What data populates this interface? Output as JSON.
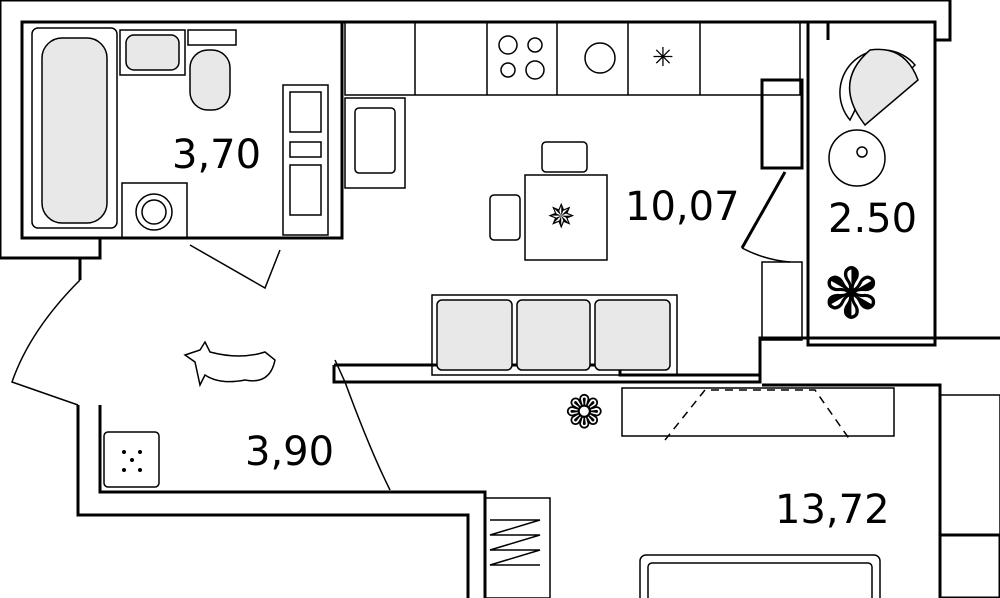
{
  "rooms": [
    {
      "name": "bathroom",
      "area": "3,70"
    },
    {
      "name": "kitchen",
      "area": "10,07"
    },
    {
      "name": "balcony",
      "area": "2.50"
    },
    {
      "name": "hallway",
      "area": "3,90"
    },
    {
      "name": "living-room",
      "area": "13,72"
    }
  ],
  "colors": {
    "wall": "#000000",
    "furniture_fill": "#e8e8e8",
    "background": "#ffffff"
  }
}
